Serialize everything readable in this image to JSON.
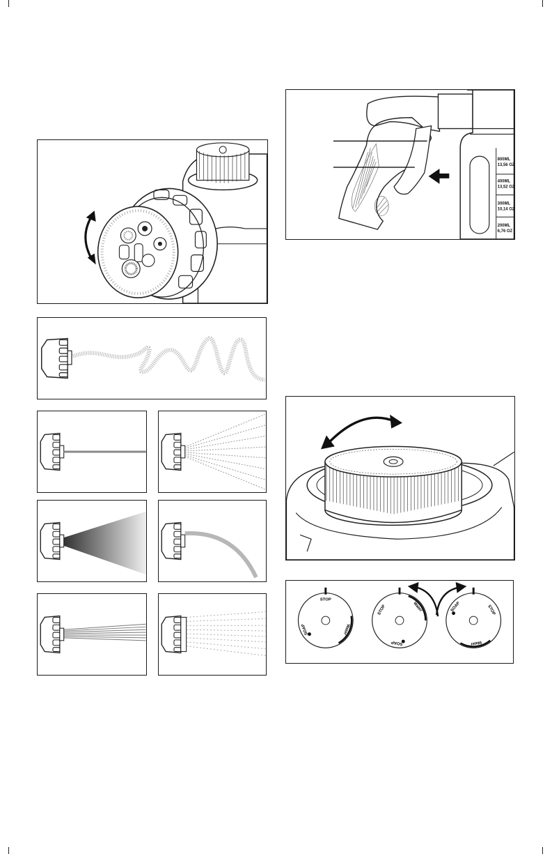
{
  "figures": {
    "nozzle": {
      "title": "",
      "patterns": [
        "twist",
        "jet",
        "cone",
        "flat",
        "soaker",
        "mist",
        "shower"
      ]
    },
    "trigger": {
      "labels": [
        "800ML\n13,56 OZ",
        "400ML\n13,52 OZ",
        "300ML\n10,14 OZ",
        "200ML\n6,76 OZ"
      ]
    },
    "dial": {
      "states": [
        {
          "stop": "STOP",
          "soap": "SOAP",
          "water": "Water"
        },
        {
          "stop": "STOP",
          "soap": "SOAP",
          "water": "Water"
        },
        {
          "stop": "STOP",
          "soap": "SOAP",
          "water": "Water"
        }
      ]
    }
  },
  "colors": {
    "line": "#1a1a1a",
    "hatch": "#555555",
    "spray": "#888888"
  },
  "icons": [
    "rotate-arrow-icon",
    "push-arrow-icon",
    "dial-rotate-arrow-icon"
  ]
}
